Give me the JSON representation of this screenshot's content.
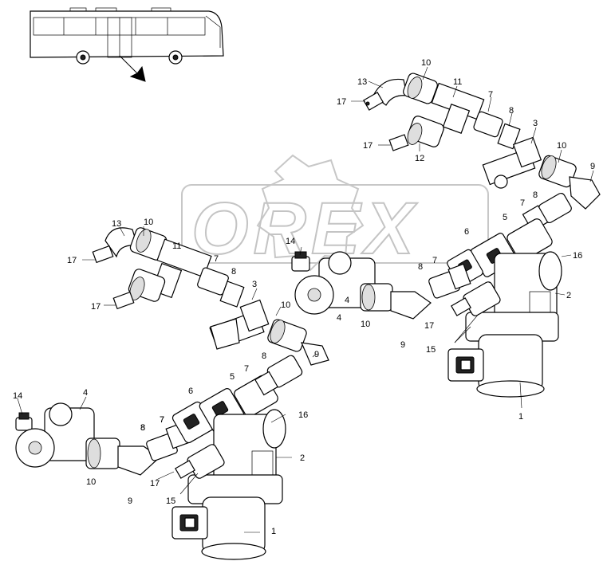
{
  "watermark": {
    "text": "OREX"
  },
  "labels": {
    "upper_right": [
      "13",
      "17",
      "10",
      "11",
      "7",
      "8",
      "17",
      "12",
      "3",
      "10",
      "9",
      "7",
      "8",
      "5",
      "6",
      "16",
      "8",
      "7",
      "2",
      "17",
      "15",
      "9",
      "10",
      "4",
      "1"
    ],
    "middle_left": [
      "13",
      "10",
      "17",
      "11",
      "7",
      "8",
      "17",
      "3",
      "10",
      "9",
      "14",
      "4"
    ],
    "lower_left": [
      "14",
      "4",
      "8",
      "7",
      "6",
      "5",
      "8",
      "7",
      "16",
      "8",
      "7",
      "2",
      "10",
      "9",
      "17",
      "15",
      "1"
    ]
  }
}
